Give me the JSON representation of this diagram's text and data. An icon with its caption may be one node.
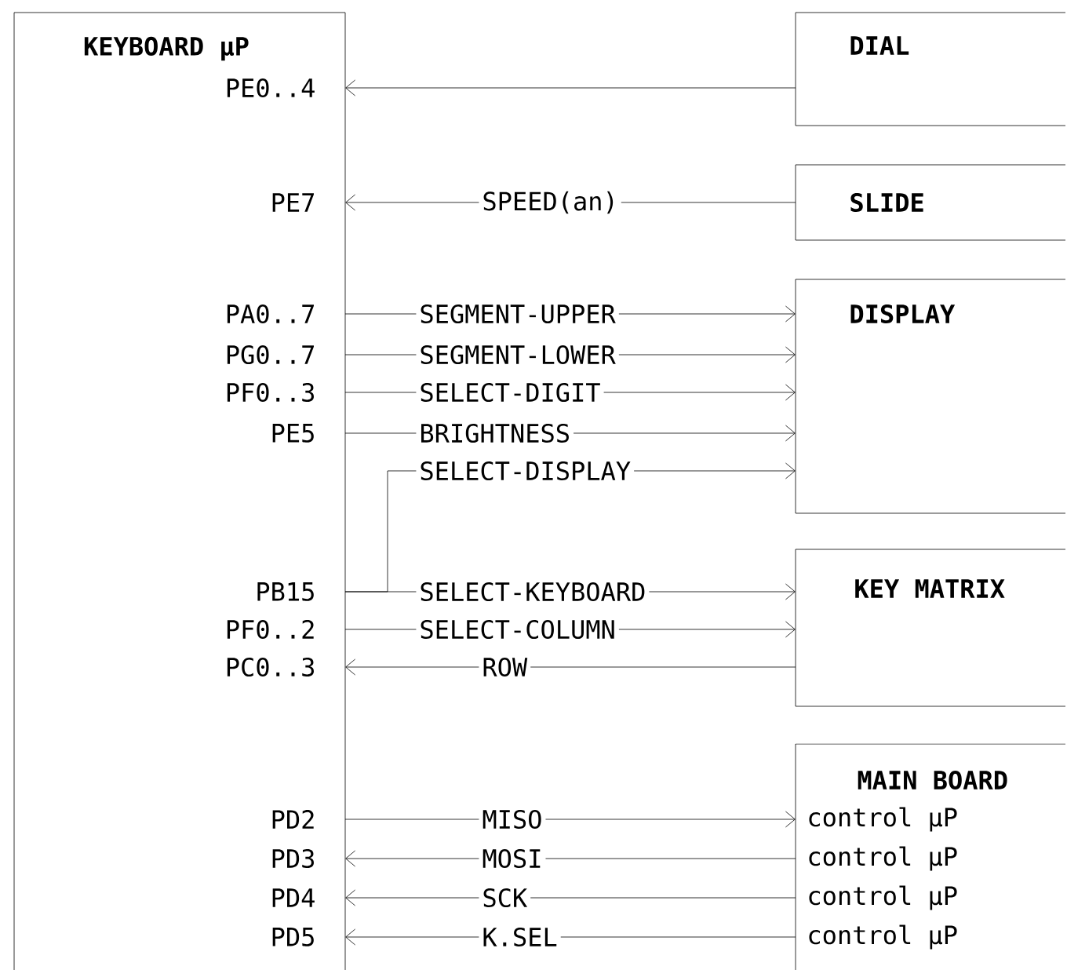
{
  "diagram": {
    "nodes": [
      {
        "text": [
          "KEYBOARD μP"
        ]
      },
      {
        "text": [
          "PE0..4"
        ],
        "in": 0
      },
      {
        "text": [
          "PE7"
        ],
        "in": 0
      },
      {
        "text": [
          "PA0..7"
        ],
        "in": 0
      },
      {
        "text": [
          "PG0..7"
        ],
        "in": 0
      },
      {
        "text": [
          "PF0..3"
        ],
        "in": 0
      },
      {
        "text": [
          "PE5"
        ],
        "in": 0
      },
      {
        "text": [
          "PB15"
        ],
        "in": 0
      },
      {
        "text": [
          "PF0..2"
        ],
        "in": 0
      },
      {
        "text": [
          "PC0..3"
        ],
        "in": 0
      },
      {
        "text": [
          "PD2"
        ],
        "in": 0
      },
      {
        "text": [
          "PD3"
        ],
        "in": 0
      },
      {
        "text": [
          "PD4"
        ],
        "in": 0
      },
      {
        "text": [
          "PD5"
        ],
        "in": 0
      },
      {
        "text": [
          "DIAL"
        ]
      },
      {
        "text": [
          "SLIDE"
        ]
      },
      {
        "text": [
          "DISPLAY"
        ]
      },
      {
        "text": [
          "KEY MATRIX"
        ]
      },
      {
        "text": [
          "MAIN BOARD",
          "control μP",
          "control μP",
          "control μP",
          "control μP"
        ]
      }
    ],
    "edges": [
      {
        "from": 14,
        "to": 1,
        "arrow": "to"
      },
      {
        "from": 15,
        "to": 2,
        "arrow": "to",
        "label": "SPEED(an)"
      },
      {
        "from": 3,
        "to": 16,
        "arrow": "to",
        "label": "SEGMENT-UPPER"
      },
      {
        "from": 4,
        "to": 16,
        "arrow": "to",
        "label": "SEGMENT-LOWER"
      },
      {
        "from": 5,
        "to": 16,
        "arrow": "to",
        "label": "SELECT-DIGIT"
      },
      {
        "from": 6,
        "to": 16,
        "arrow": "to",
        "label": "BRIGHTNESS"
      },
      {
        "from": 7,
        "to": 16,
        "arrow": "to",
        "label": "SELECT-DISPLAY"
      },
      {
        "from": 7,
        "to": 17,
        "arrow": "to",
        "label": "SELECT-KEYBOARD"
      },
      {
        "from": 8,
        "to": 17,
        "arrow": "to",
        "label": "SELECT-COLUMN"
      },
      {
        "from": 17,
        "to": 9,
        "arrow": "to",
        "label": "ROW"
      },
      {
        "from": 10,
        "to": 18,
        "arrow": "to",
        "label": "MISO"
      },
      {
        "from": 18,
        "to": 11,
        "arrow": "to",
        "label": "MOSI"
      },
      {
        "from": 18,
        "to": 12,
        "arrow": "to",
        "label": "SCK"
      },
      {
        "from": 18,
        "to": 13,
        "arrow": "to",
        "label": "K.SEL"
      }
    ]
  }
}
